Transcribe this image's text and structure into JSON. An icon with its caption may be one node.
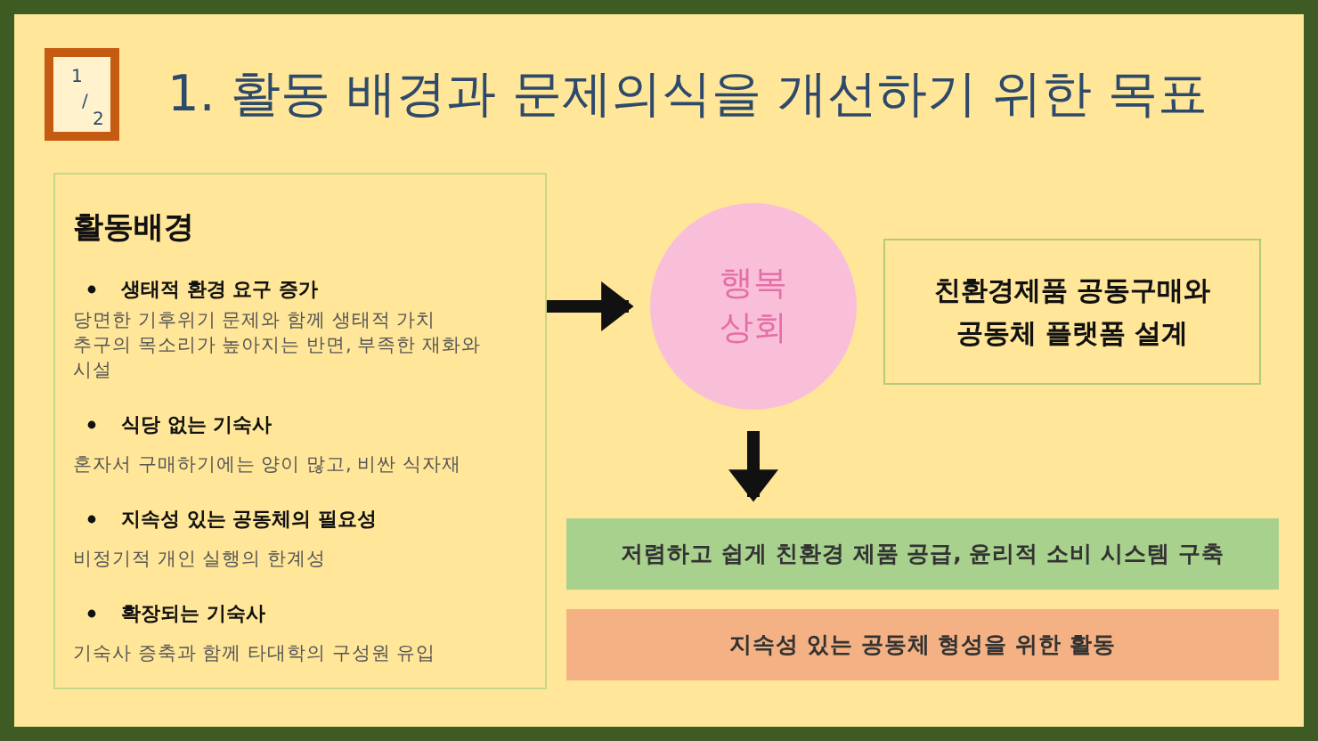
{
  "diagram": {
    "title": "1. 활동 배경과 문제의식을 개선하기 위한 목표",
    "nodes": [
      {
        "text": [
          "활동배경",
          "생태적 환경 요구 증가",
          "당면한 기후위기 문제와 함께 생태적 가치 추구의 목소리가 높아지는 반면, 부족한 재화와 시설",
          "식당 없는 기숙사",
          "혼자서 구매하기에는 양이 많고, 비싼 식자재",
          "지속성 있는 공동체의 필요성",
          "비정기적 개인 실행의 한계성",
          "확장되는 기숙사",
          "기숙사 증축과 함께 타대학의 구성원 유입"
        ]
      },
      {
        "text": [
          "행복 상회"
        ]
      },
      {
        "text": [
          "친환경제품 공동구매와 공동체 플랫폼 설계"
        ]
      },
      {
        "text": [
          "저렴하고 쉽게 친환경 제품 공급, 윤리적 소비 시스템 구축"
        ]
      },
      {
        "text": [
          "지속성 있는 공동체 형성을 위한 활동"
        ]
      }
    ],
    "edges": [
      {
        "from": 0,
        "to": 1,
        "arrow": "to"
      },
      {
        "from": 1,
        "to": 3,
        "arrow": "to"
      }
    ],
    "labels": [
      "1",
      "/",
      "2"
    ]
  }
}
